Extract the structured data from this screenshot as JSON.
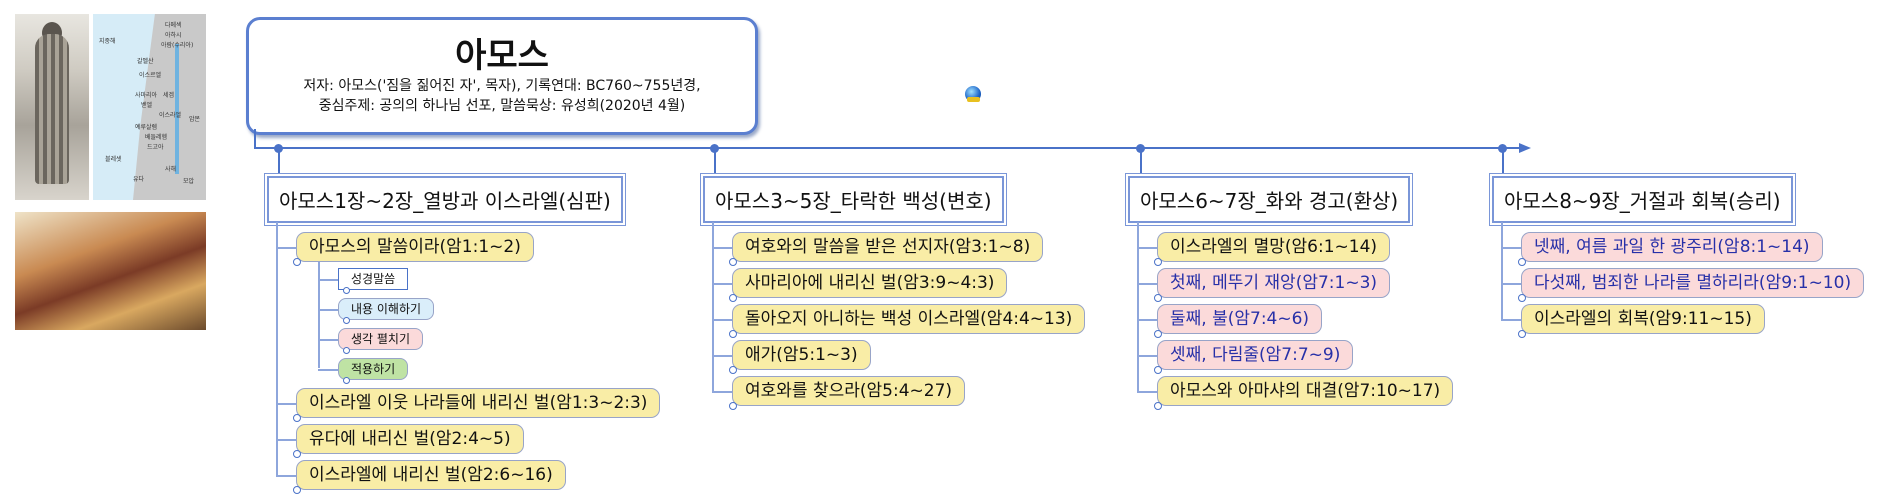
{
  "title": {
    "main": "아모스",
    "line1": "저자: 아모스('짐을 짊어진 자', 목자), 기록연대: BC760~755년경,",
    "line2": "중심주제: 공의의 하나님 선포, 말씀묵상: 유성희(2020년 4월)",
    "icon": "globe-icon"
  },
  "map_labels": [
    "지중해",
    "다메섹",
    "아하시",
    "아람(수리아)",
    "갈멜산",
    "이스르엘",
    "사마리아",
    "세겜",
    "벧엘",
    "이스라엘",
    "예루살렘",
    "베들레헴",
    "드고아",
    "유다",
    "블레셋",
    "사해",
    "모압",
    "암몬"
  ],
  "columns": [
    {
      "title": "아모스1장~2장_열방과 이스라엘(심판)",
      "items": [
        {
          "text": "아모스의 말씀이라(암1:1~2)",
          "color": "yellow",
          "subs": [
            {
              "text": "성경말씀",
              "style": "white"
            },
            {
              "text": "내용 이해하기",
              "style": "blue"
            },
            {
              "text": "생각 펼치기",
              "style": "pink"
            },
            {
              "text": "적용하기",
              "style": "green"
            }
          ]
        },
        {
          "text": "이스라엘 이웃 나라들에 내리신 벌(암1:3~2:3)",
          "color": "yellow"
        },
        {
          "text": "유다에 내리신 벌(암2:4~5)",
          "color": "yellow"
        },
        {
          "text": "이스라엘에 내리신 벌(암2:6~16)",
          "color": "yellow"
        }
      ]
    },
    {
      "title": "아모스3~5장_타락한 백성(변호)",
      "items": [
        {
          "text": "여호와의 말씀을 받은 선지자(암3:1~8)",
          "color": "yellow"
        },
        {
          "text": "사마리아에 내리신 벌(암3:9~4:3)",
          "color": "yellow"
        },
        {
          "text": "돌아오지 아니하는 백성 이스라엘(암4:4~13)",
          "color": "yellow"
        },
        {
          "text": "애가(암5:1~3)",
          "color": "yellow"
        },
        {
          "text": "여호와를 찾으라(암5:4~27)",
          "color": "yellow"
        }
      ]
    },
    {
      "title": "아모스6~7장_화와 경고(환상)",
      "items": [
        {
          "text": "이스라엘의 멸망(암6:1~14)",
          "color": "yellow"
        },
        {
          "text": "첫째, 메뚜기 재앙(암7:1~3)",
          "color": "pink"
        },
        {
          "text": "둘째, 불(암7:4~6)",
          "color": "pink"
        },
        {
          "text": "셋째, 다림줄(암7:7~9)",
          "color": "pink"
        },
        {
          "text": "아모스와 아마샤의 대결(암7:10~17)",
          "color": "yellow"
        }
      ]
    },
    {
      "title": "아모스8~9장_거절과 회복(승리)",
      "items": [
        {
          "text": "넷째, 여름 과일 한 광주리(암8:1~14)",
          "color": "pink"
        },
        {
          "text": "다섯째, 범죄한 나라를 멸하리라(암9:1~10)",
          "color": "pink"
        },
        {
          "text": "이스라엘의 회복(암9:11~15)",
          "color": "yellow"
        }
      ]
    }
  ],
  "colors": {
    "line": "#4a72c8",
    "yellow": "#f9eda6",
    "pink": "#fbdada",
    "pink_text": "#2730a8"
  }
}
